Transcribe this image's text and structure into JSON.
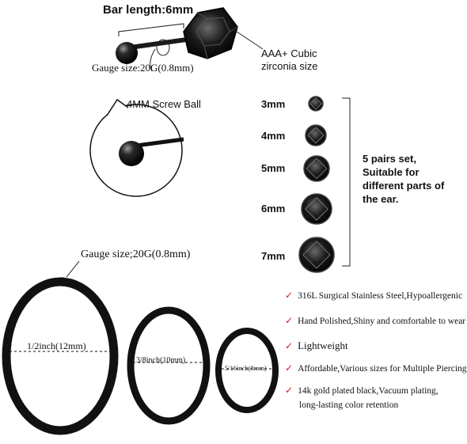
{
  "stud": {
    "bar_length": "Bar length:6mm",
    "gauge": "Gauge size:20G(0.8mm)",
    "stone": "AAA+ Cubic zirconia size",
    "screw_ball": "4MM Screw Ball"
  },
  "sizes": [
    {
      "label": "3mm"
    },
    {
      "label": "4mm"
    },
    {
      "label": "5mm"
    },
    {
      "label": "6mm"
    },
    {
      "label": "7mm"
    }
  ],
  "set_note": "5 pairs set, Suitable for different parts of the ear.",
  "hoops": {
    "gauge": "Gauge size;20G(0.8mm)",
    "large": "1/2inch(12mm)",
    "medium": "3/8inch(10mm)",
    "small": "5/16inch(8mm)"
  },
  "features": [
    {
      "text": "316L Surgical Stainless Steel,Hypoallergenic"
    },
    {
      "text": "Hand Polished,Shiny and comfortable to wear"
    },
    {
      "text": "Lightweight"
    },
    {
      "text": "Affordable,Various sizes for Multiple Piercing"
    },
    {
      "text": "14k gold plated black,Vacuum plating,",
      "line2": "long-lasting color retention"
    }
  ],
  "colors": {
    "metal": "#111111",
    "check": "#d11a1a"
  }
}
